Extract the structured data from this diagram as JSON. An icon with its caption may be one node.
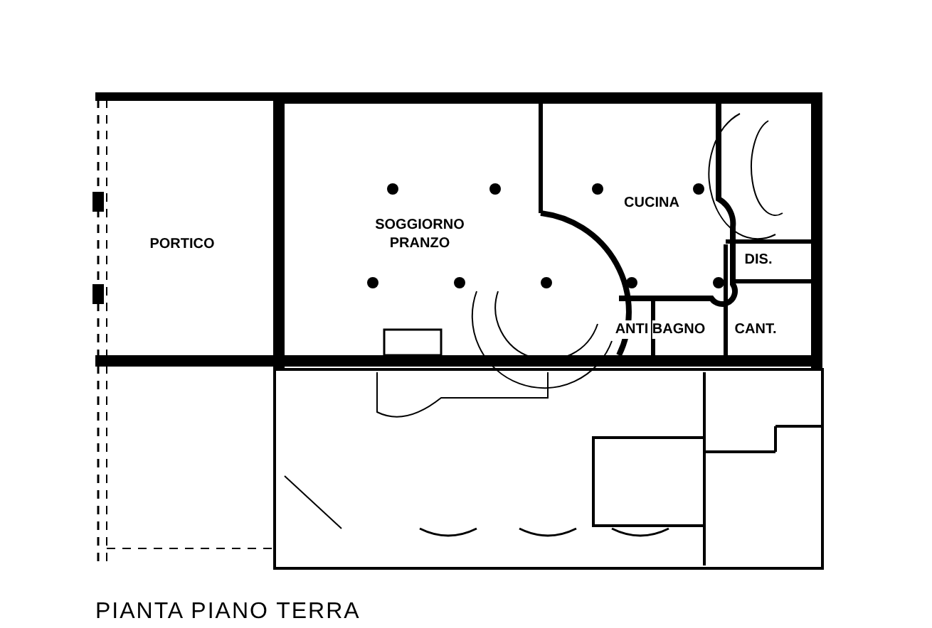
{
  "diagram": {
    "caption": "PIANTA PIANO TERRA",
    "labels": [
      "PORTICO",
      "SOGGIORNO PRANZO",
      "CUCINA",
      "DIS.",
      "ANTI",
      "BAGNO",
      "CANT."
    ]
  }
}
